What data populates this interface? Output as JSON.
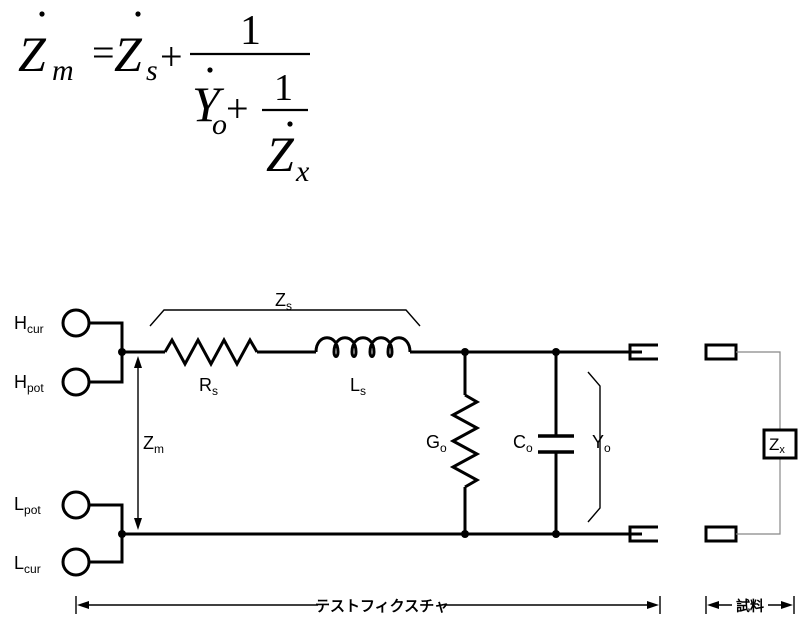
{
  "equation": {
    "lhs": "Z",
    "lhs_sub": "m",
    "equals": "=",
    "term1": "Z",
    "term1_sub": "s",
    "plus": "+",
    "num_outer": "1",
    "den_y": "Y",
    "den_y_sub": "o",
    "den_plus": "+",
    "num_inner": "1",
    "den_z": "Z",
    "den_z_sub": "x"
  },
  "circuit": {
    "terminals": {
      "hcur": {
        "main": "H",
        "sub": "cur"
      },
      "hpot": {
        "main": "H",
        "sub": "pot"
      },
      "lpot": {
        "main": "L",
        "sub": "pot"
      },
      "lcur": {
        "main": "L",
        "sub": "cur"
      }
    },
    "labels": {
      "zs": {
        "main": "Z",
        "sub": "s"
      },
      "rs": {
        "main": "R",
        "sub": "s"
      },
      "ls": {
        "main": "L",
        "sub": "s"
      },
      "zm": {
        "main": "Z",
        "sub": "m"
      },
      "go": {
        "main": "G",
        "sub": "o"
      },
      "co": {
        "main": "C",
        "sub": "o"
      },
      "yo": {
        "main": "Y",
        "sub": "o"
      },
      "zx": {
        "main": "Z",
        "sub": "x"
      }
    },
    "spans": {
      "fixture": "テストフィクスチャ",
      "sample": "試料"
    }
  }
}
